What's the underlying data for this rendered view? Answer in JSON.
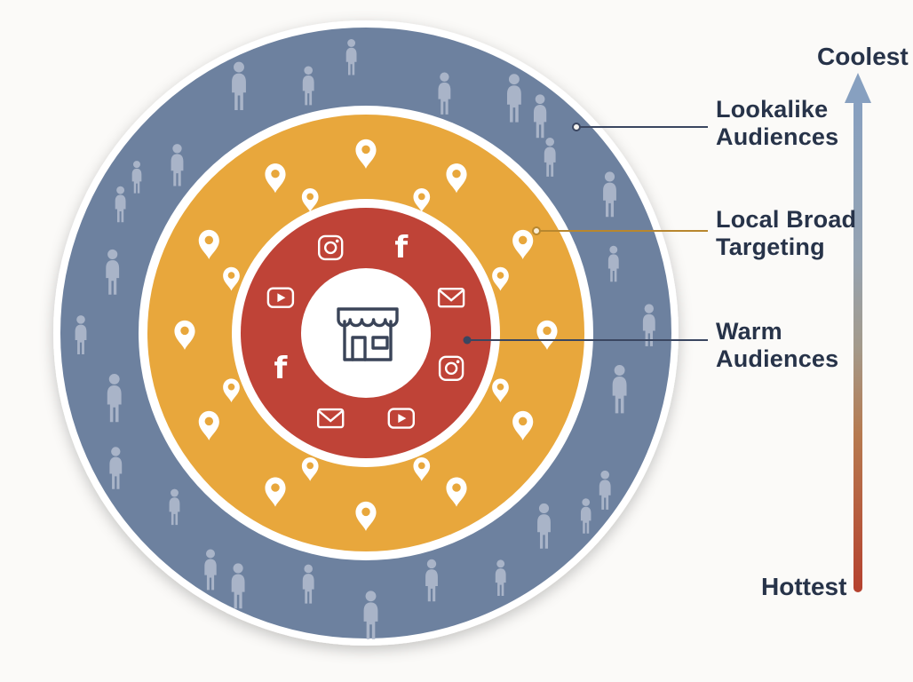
{
  "rings": [
    {
      "label": "Lookalike Audiences",
      "color": "#6d819f",
      "icon": "person-icon"
    },
    {
      "label": "Local Broad Targeting",
      "color": "#e8a73c",
      "icon": "location-pin-icon"
    },
    {
      "label": "Warm Audiences",
      "color": "#bf4337",
      "icons": [
        "instagram-icon",
        "facebook-icon",
        "play-video-icon",
        "email-envelope-icon"
      ]
    }
  ],
  "center": {
    "icon": "storefront-icon",
    "background": "#ffffff"
  },
  "scale": {
    "top_label": "Coolest",
    "bottom_label": "Hottest",
    "top_color": "#87a0c0",
    "bottom_color": "#b5412f"
  },
  "colors": {
    "background": "#fbfaf8",
    "label_text": "#273349",
    "leader_navy": "#3a4660",
    "leader_gold": "#b8872e",
    "people": "#a9b4c8",
    "icon_white": "#ffffff"
  }
}
